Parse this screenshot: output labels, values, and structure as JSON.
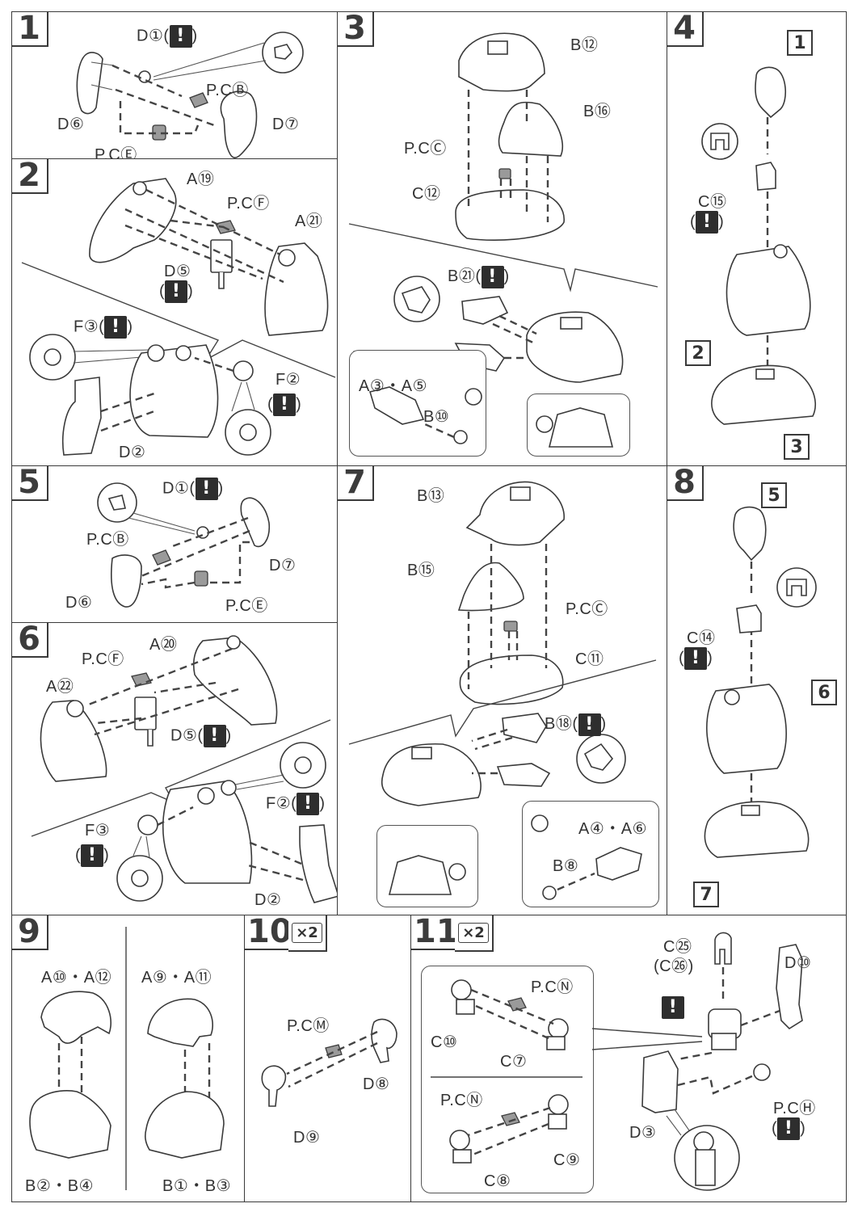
{
  "manual": {
    "warning_icon": "exclamation-warning-icon",
    "warning_glyph": "!",
    "steps": [
      {
        "number": "1",
        "labels": {
          "d1": "D①(",
          "d1_close": ")",
          "pcb": "P.CⒷ",
          "d6": "D⑥",
          "d7": "D⑦",
          "pce": "P.CⒺ"
        }
      },
      {
        "number": "2",
        "labels": {
          "a19": "A⑲",
          "pcf": "P.CⒻ",
          "a21": "A㉑",
          "d5": "D⑤",
          "f3": "F③(",
          "f3_close": ")",
          "f2": "F②",
          "d2": "D②",
          "paren_open": "(",
          "paren_close": ")"
        }
      },
      {
        "number": "3",
        "labels": {
          "b12": "B⑫",
          "b16": "B⑯",
          "pcc": "P.CⒸ",
          "c12": "C⑫",
          "b21": "B㉑(",
          "b21_close": ")",
          "a3a5": "A③・A⑤",
          "b10": "B⑩"
        }
      },
      {
        "number": "4",
        "labels": {
          "ref1": "1",
          "c15": "C⑮",
          "ref2": "2",
          "ref3": "3",
          "paren_open": "(",
          "paren_close": ")"
        }
      },
      {
        "number": "5",
        "labels": {
          "d1": "D①(",
          "d1_close": ")",
          "pcb": "P.CⒷ",
          "d7": "D⑦",
          "d6": "D⑥",
          "pce": "P.CⒺ"
        }
      },
      {
        "number": "6",
        "labels": {
          "a20": "A⑳",
          "pcf": "P.CⒻ",
          "a22": "A㉒",
          "d5": "D⑤(",
          "d5_close": ")",
          "f2": "F②(",
          "f2_close": ")",
          "f3": "F③",
          "d2": "D②",
          "paren_open": "(",
          "paren_close": ")"
        }
      },
      {
        "number": "7",
        "labels": {
          "b13": "B⑬",
          "b15": "B⑮",
          "pcc": "P.CⒸ",
          "c11": "C⑪",
          "b18": "B⑱(",
          "b18_close": ")",
          "a4a6": "A④・A⑥",
          "b8": "B⑧"
        }
      },
      {
        "number": "8",
        "labels": {
          "ref5": "5",
          "c14": "C⑭",
          "ref6": "6",
          "ref7": "7",
          "paren_open": "(",
          "paren_close": ")"
        }
      },
      {
        "number": "9",
        "labels": {
          "a10a12": "A⑩・A⑫",
          "a9a11": "A⑨・A⑪",
          "b2b4": "B②・B④",
          "b1b3": "B①・B③"
        }
      },
      {
        "number": "10",
        "multiplier": "×2",
        "labels": {
          "pcm": "P.CⓂ",
          "d8": "D⑧",
          "d9": "D⑨"
        }
      },
      {
        "number": "11",
        "multiplier": "×2",
        "labels": {
          "pcn_top": "P.CⓃ",
          "c10": "C⑩",
          "c7": "C⑦",
          "pcn_bottom": "P.CⓃ",
          "c8": "C⑧",
          "c9": "C⑨",
          "c25": "C㉕",
          "c26": "(C㉖)",
          "d10": "D⑩",
          "d3": "D③",
          "pch": "P.CⒽ",
          "paren_open": "(",
          "paren_close": ")"
        }
      }
    ]
  }
}
